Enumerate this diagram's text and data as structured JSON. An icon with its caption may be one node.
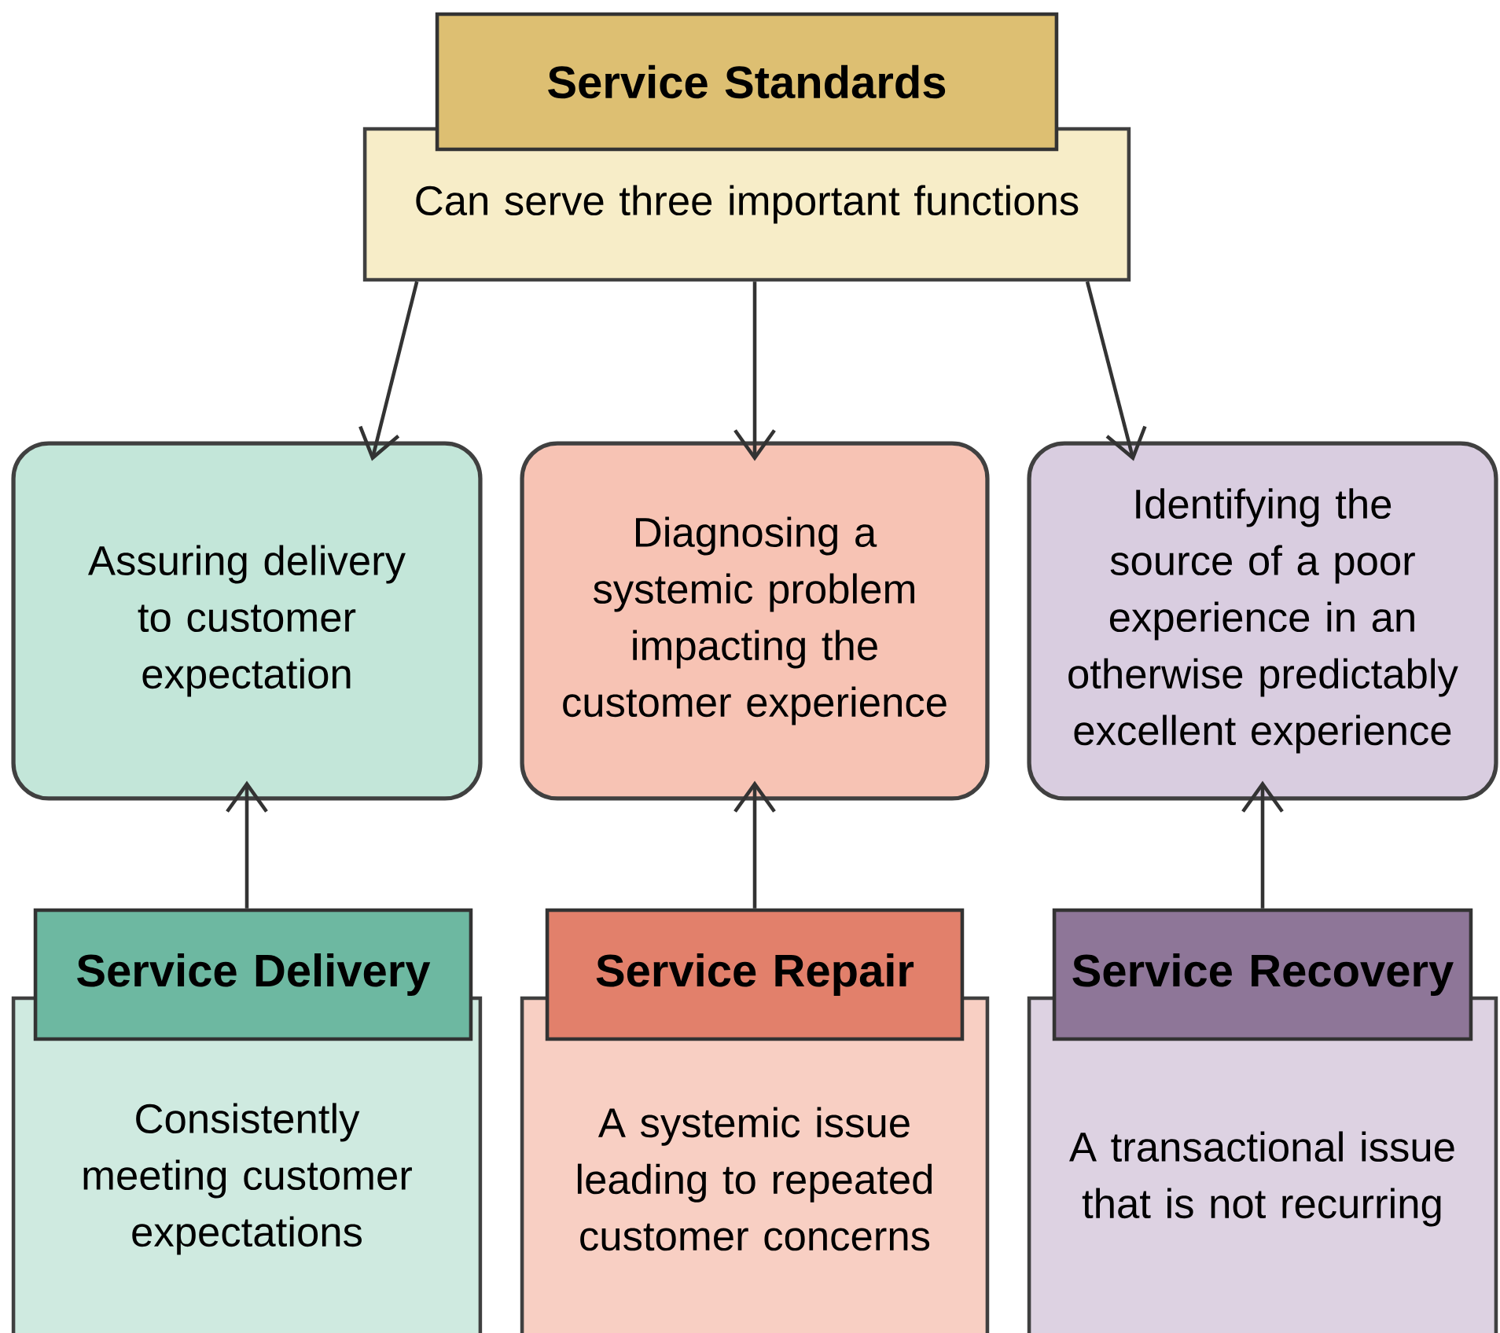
{
  "diagram": {
    "nodes": [
      {
        "text": [
          "Service Standards"
        ]
      },
      {
        "text": [
          "Can serve three important functions"
        ]
      },
      {
        "text": [
          "Assuring delivery to customer expectation"
        ]
      },
      {
        "text": [
          "Diagnosing a systemic problem impacting the customer experience"
        ]
      },
      {
        "text": [
          "Identifying the source of a poor experience in an otherwise predictably excellent experience"
        ]
      },
      {
        "text": [
          "Service Delivery"
        ]
      },
      {
        "text": [
          "Consistently meeting customer expectations"
        ]
      },
      {
        "text": [
          "Service Repair"
        ]
      },
      {
        "text": [
          "A systemic issue leading to repeated customer concerns"
        ]
      },
      {
        "text": [
          "Service Recovery"
        ]
      },
      {
        "text": [
          "A transactional issue that is not recurring"
        ]
      }
    ],
    "edges": [
      {
        "from": 1,
        "to": 2,
        "arrow": "to"
      },
      {
        "from": 1,
        "to": 3,
        "arrow": "to"
      },
      {
        "from": 1,
        "to": 4,
        "arrow": "to"
      },
      {
        "from": 5,
        "to": 2,
        "arrow": "to"
      },
      {
        "from": 7,
        "to": 3,
        "arrow": "to"
      },
      {
        "from": 9,
        "to": 4,
        "arrow": "to"
      }
    ]
  }
}
